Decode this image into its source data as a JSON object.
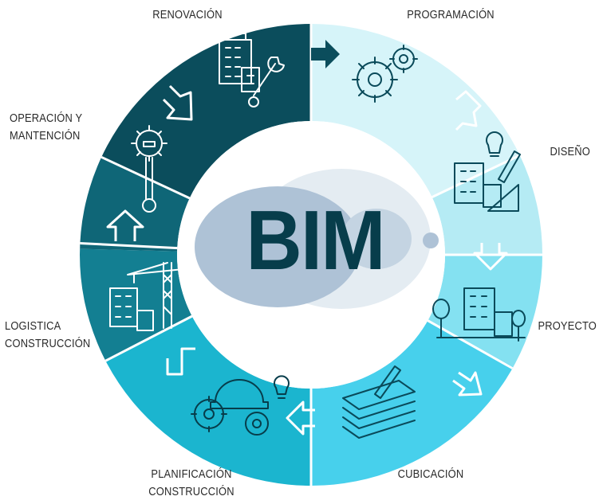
{
  "center": {
    "title": "BIM"
  },
  "stages": [
    {
      "id": "renovacion",
      "lines": [
        "RENOVACIÓN"
      ],
      "icon": "building-wrench-icon",
      "color": "#0b4d5c"
    },
    {
      "id": "programacion",
      "lines": [
        "PROGRAMACIÓN"
      ],
      "icon": "gears-icon",
      "color": "#d6f4f9"
    },
    {
      "id": "diseno",
      "lines": [
        "DISEÑO"
      ],
      "icon": "building-pencil-lightbulb-icon",
      "color": "#b5ebf4"
    },
    {
      "id": "proyecto",
      "lines": [
        "PROYECTO"
      ],
      "icon": "buildings-trees-icon",
      "color": "#84e1f1"
    },
    {
      "id": "cubicacion",
      "lines": [
        "CUBICACIÓN"
      ],
      "icon": "stacked-papers-pencil-icon",
      "color": "#47d0ec"
    },
    {
      "id": "planificacion",
      "lines": [
        "PLANIFICACIÓN",
        "CONSTRUCCIÓN"
      ],
      "icon": "gears-helmet-lightbulb-icon",
      "color": "#1bb5cf"
    },
    {
      "id": "logistica",
      "lines": [
        "LOGISTICA",
        "CONSTRUCCIÓN"
      ],
      "icon": "building-crane-icon",
      "color": "#137f92"
    },
    {
      "id": "operacion",
      "lines": [
        "OPERACIÓN Y",
        "MANTENCIÓN"
      ],
      "icon": "gear-wrench-icon",
      "color": "#0f6677"
    }
  ]
}
